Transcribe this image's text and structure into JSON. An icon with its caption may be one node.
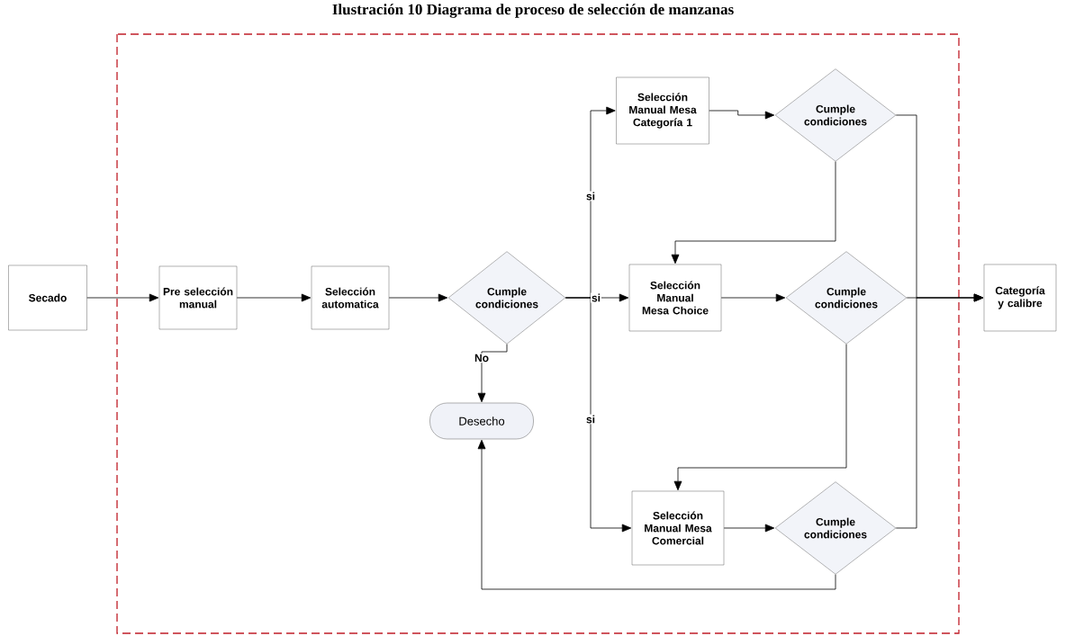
{
  "diagram": {
    "title": "Ilustración 10 Diagrama de proceso de selección de manzanas",
    "nodes": [
      {
        "text": [
          "Secado"
        ]
      },
      {
        "text": [
          "Pre selección manual"
        ]
      },
      {
        "text": [
          "Selección automatica"
        ]
      },
      {
        "text": [
          "Cumple condiciones"
        ]
      },
      {
        "text": [
          "Desecho"
        ]
      },
      {
        "text": [
          "Selección Manual Mesa Categoría 1"
        ]
      },
      {
        "text": [
          "Cumple condiciones"
        ]
      },
      {
        "text": [
          "Selección Manual Mesa Choice"
        ]
      },
      {
        "text": [
          "Cumple condiciones"
        ]
      },
      {
        "text": [
          "Selección Manual Mesa Comercial"
        ]
      },
      {
        "text": [
          "Cumple condiciones"
        ]
      },
      {
        "text": [
          "Categoría y calibre"
        ]
      }
    ],
    "edges": [
      {
        "from": 0,
        "to": 1,
        "arrow": "to"
      },
      {
        "from": 1,
        "to": 2,
        "arrow": "to"
      },
      {
        "from": 2,
        "to": 3,
        "arrow": "to"
      },
      {
        "from": 3,
        "to": 5,
        "arrow": "to",
        "label": "si"
      },
      {
        "from": 3,
        "to": 7,
        "arrow": "to",
        "label": "si"
      },
      {
        "from": 3,
        "to": 9,
        "arrow": "to",
        "label": "si"
      },
      {
        "from": 3,
        "to": 4,
        "arrow": "to",
        "label": "No"
      },
      {
        "from": 5,
        "to": 6,
        "arrow": "to"
      },
      {
        "from": 6,
        "to": 7,
        "arrow": "to"
      },
      {
        "from": 7,
        "to": 8,
        "arrow": "to"
      },
      {
        "from": 8,
        "to": 9,
        "arrow": "to"
      },
      {
        "from": 9,
        "to": 10,
        "arrow": "to"
      },
      {
        "from": 10,
        "to": 4,
        "arrow": "to"
      },
      {
        "from": 6,
        "to": 11,
        "arrow": "to"
      },
      {
        "from": 8,
        "to": 11,
        "arrow": "to"
      },
      {
        "from": 10,
        "to": 11,
        "arrow": "to"
      }
    ]
  }
}
